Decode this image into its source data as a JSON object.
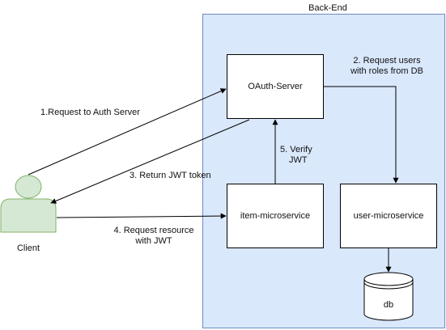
{
  "backend": {
    "title": "Back-End",
    "fill": "#dae8fc",
    "stroke": "#6c8ebf"
  },
  "nodes": {
    "oauth": "OAuth-Server",
    "item": "item-microservice",
    "user": "user-microservice",
    "db": "db",
    "client": "Client"
  },
  "client_colors": {
    "fill": "#d5e8d4",
    "stroke": "#82b366"
  },
  "edges": {
    "e1": "1.Request to Auth Server",
    "e2_line1": "2. Request users",
    "e2_line2": "with roles from DB",
    "e3": "3. Return JWT token",
    "e4_line1": "4. Request resource",
    "e4_line2": "with JWT",
    "e5_line1": "5. Verify",
    "e5_line2": "JWT"
  }
}
